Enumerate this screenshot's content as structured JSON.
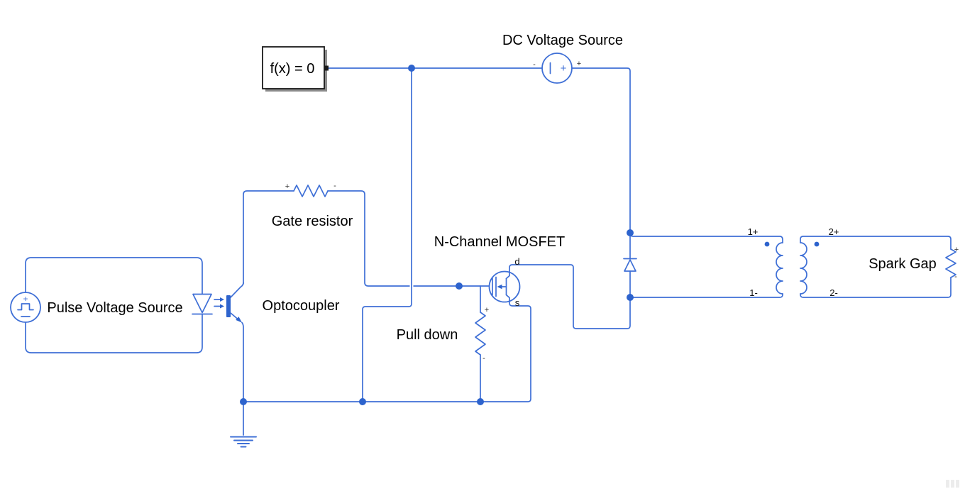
{
  "app": {
    "name": "Simulink circuit model canvas"
  },
  "colors": {
    "background": "#ffffff",
    "wire": "#3e6fd6",
    "junction": "#2d63cd",
    "text": "#000000",
    "solver_border": "#1a1a1a",
    "solver_shadow": "#8c8c8c"
  },
  "marks": {
    "plus": "+",
    "minus": "-"
  },
  "solver_block": {
    "label": "f(x) = 0"
  },
  "blocks": {
    "dc_voltage_source": {
      "label": "DC Voltage Source",
      "inner_symbol": "+"
    },
    "pulse_voltage_source": {
      "label": "Pulse Voltage Source"
    },
    "gate_resistor": {
      "label": "Gate resistor"
    },
    "optocoupler": {
      "label": "Optocoupler"
    },
    "pull_down": {
      "label": "Pull down"
    },
    "n_channel_mosfet": {
      "label": "N-Channel MOSFET",
      "port_d": "d",
      "port_s": "s"
    },
    "ideal_transformer": {
      "port_1p": "1+",
      "port_1m": "1-",
      "port_2p": "2+",
      "port_2m": "2-"
    },
    "spark_gap": {
      "label": "Spark Gap"
    },
    "diode": {
      "name": "diode"
    },
    "ground": {
      "name": "electrical reference"
    }
  }
}
